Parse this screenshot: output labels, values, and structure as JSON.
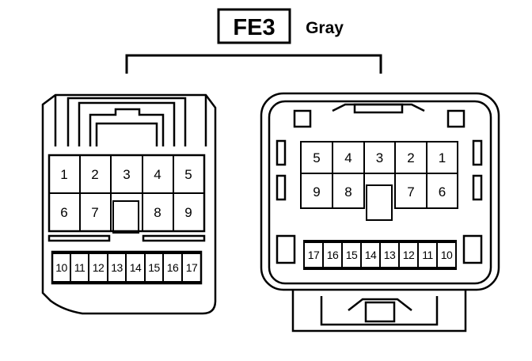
{
  "connector": {
    "code": "FE3",
    "color": "Gray"
  },
  "left_connector": {
    "row1": [
      "1",
      "2",
      "3",
      "4",
      "5"
    ],
    "row2_left": [
      "6",
      "7"
    ],
    "row2_right": [
      "8",
      "9"
    ],
    "row3": [
      "10",
      "11",
      "12",
      "13",
      "14",
      "15",
      "16",
      "17"
    ]
  },
  "right_connector": {
    "row1": [
      "5",
      "4",
      "3",
      "2",
      "1"
    ],
    "row2_left": [
      "9",
      "8"
    ],
    "row2_right": [
      "7",
      "6"
    ],
    "row3": [
      "17",
      "16",
      "15",
      "14",
      "13",
      "12",
      "11",
      "10"
    ]
  }
}
